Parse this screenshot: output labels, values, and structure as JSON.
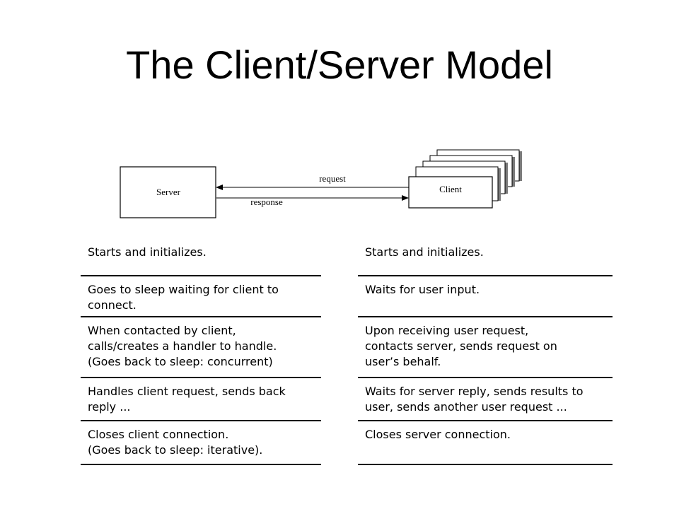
{
  "slide": {
    "title": "The Client/Server Model"
  },
  "diagram": {
    "server_label": "Server",
    "client_label": "Client",
    "request_label": "request",
    "response_label": "response"
  },
  "server_steps": [
    "Starts and initializes.",
    "Goes to sleep waiting for client to\nconnect.",
    "When contacted by client,\ncalls/creates a handler to handle.\n(Goes back to sleep: concurrent)",
    "Handles client request, sends back\nreply ...",
    "Closes client connection.\n(Goes back to sleep: iterative)."
  ],
  "client_steps": [
    "Starts and initializes.",
    "Waits for user input.",
    "Upon receiving user request,\ncontacts server, sends request on\nuser’s behalf.",
    "Waits for server reply, sends results to\nuser, sends another user request  ...",
    "Closes server connection."
  ]
}
